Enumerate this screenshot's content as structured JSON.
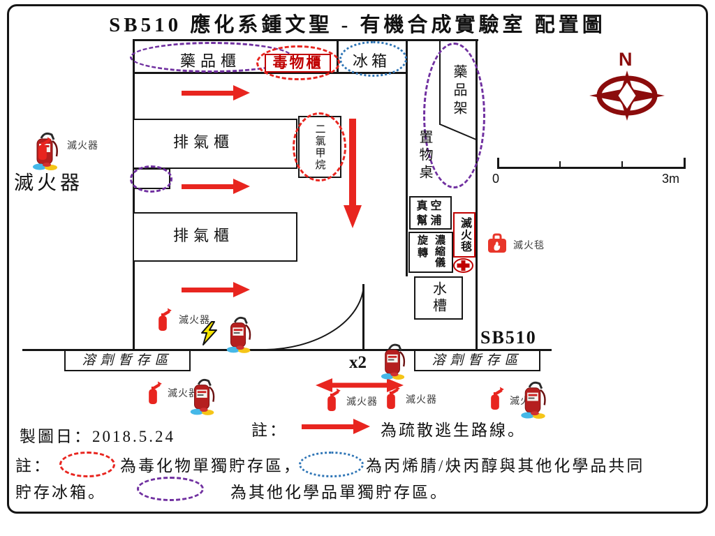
{
  "title": "SB510 應化系鍾文聖 - 有機合成實驗室 配置圖",
  "compass": {
    "north": "N"
  },
  "scale": {
    "zero": "0",
    "three_m": "3m"
  },
  "room": {
    "number": "SB510",
    "medicine_cabinet": "藥品櫃",
    "poison_cabinet": "毒物櫃",
    "refrigerator": "冰箱",
    "medicine_shelf": "藥品架",
    "storage_table": "置物桌",
    "fume_hood": "排氣櫃",
    "dichloromethane": "二氯甲烷",
    "vacuum_pump_top": "真空",
    "vacuum_pump_bottom": "幫浦",
    "rotary_left": "旋轉",
    "rotary_right": "濃縮儀",
    "fire_blanket": "滅火毯",
    "sink": "水槽"
  },
  "labels": {
    "extinguisher": "滅火器",
    "fire_blanket": "滅火毯",
    "solvent_area": "溶劑暫存區",
    "x2": "x2"
  },
  "footer": {
    "date": "製圖日：2018.5.24",
    "note_prefix": "註：",
    "route_text": "為疏散逃生路線。",
    "legend_prefix": "註：",
    "red_legend": "為毒化物單獨貯存區，",
    "blue_legend": "為丙烯腈/炔丙醇與其他化學品共同",
    "line2_start": "貯存冰箱。",
    "purple_legend": "為其他化學品單獨貯存區。"
  },
  "colors": {
    "route_red": "#e8251f",
    "toxic_red": "#c00000",
    "fridge_blue": "#2e75b6",
    "chem_purple": "#7030a0",
    "compass_dark_red": "#8b0c0c"
  }
}
